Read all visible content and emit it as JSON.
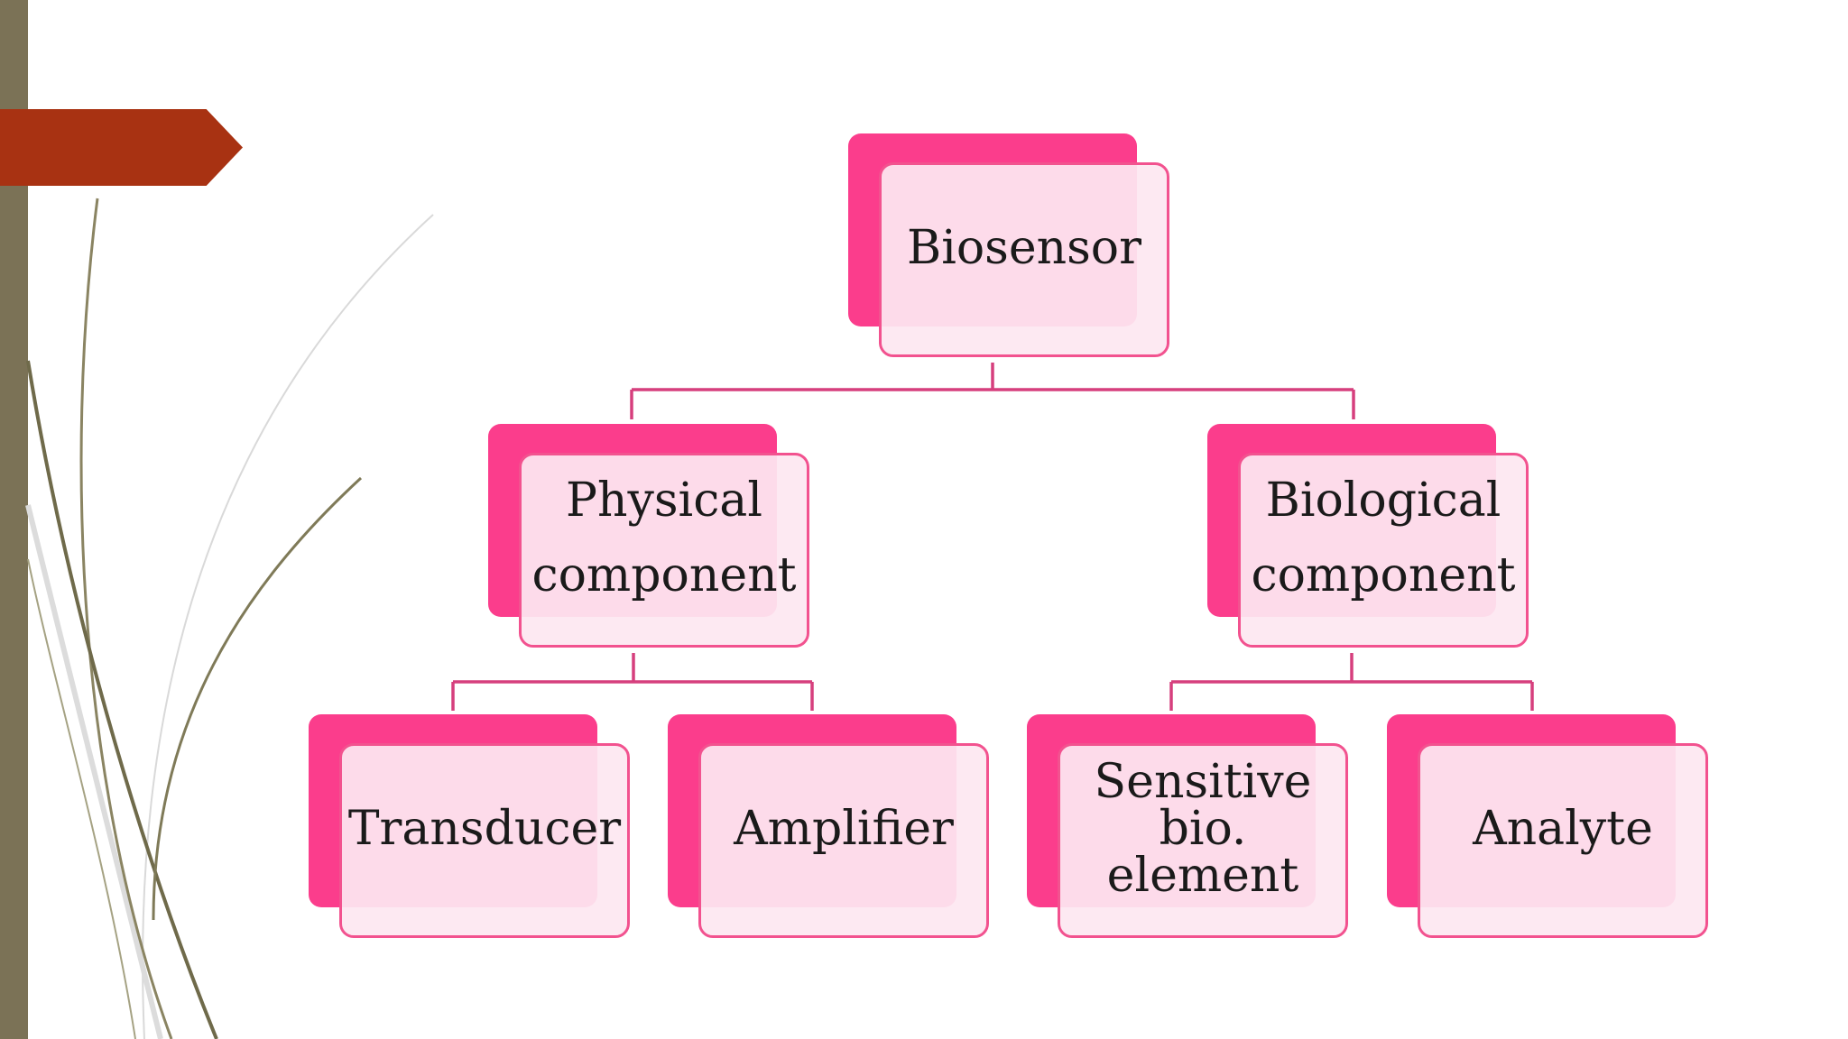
{
  "diagram": {
    "root": {
      "label": "Biosensor"
    },
    "physical": {
      "line1": "Physical",
      "line2": "component"
    },
    "biological": {
      "line1": "Biological",
      "line2": "component"
    },
    "transducer": {
      "label": "Transducer"
    },
    "amplifier": {
      "label": "Amplifier"
    },
    "sensitive": {
      "line1": "Sensitive",
      "line2": "bio. element"
    },
    "analyte": {
      "label": "Analyte"
    }
  },
  "colors": {
    "node_back": "#fb3d8c",
    "node_front": "#fde7f1",
    "node_border": "#f2528f",
    "connector": "#d63f7d",
    "left_bar": "#7b7256",
    "arrow_tab": "#a83212"
  }
}
